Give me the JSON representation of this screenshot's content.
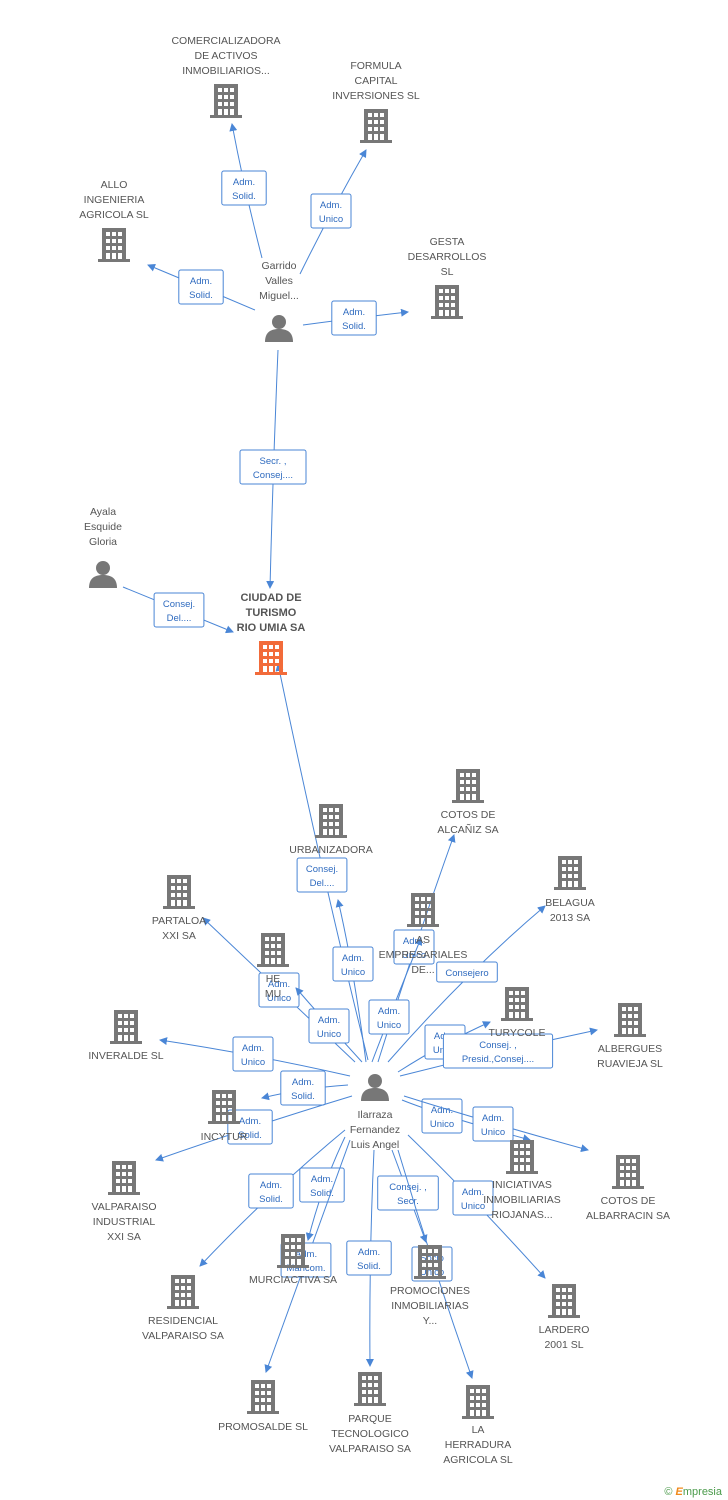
{
  "colors": {
    "edge": "#4a86d6",
    "node": "#777777",
    "main_node": "#f26b3a",
    "text": "#555555"
  },
  "nodes": [
    {
      "id": "ciudad",
      "label": [
        "CIUDAD DE",
        "TURISMO",
        "RIO UMIA SA"
      ],
      "type": "company",
      "main": true
    },
    {
      "id": "garrido",
      "label": [
        "Garrido",
        "Valles",
        "Miguel..."
      ],
      "type": "person"
    },
    {
      "id": "ayala",
      "label": [
        "Ayala",
        "Esquide",
        "Gloria"
      ],
      "type": "person"
    },
    {
      "id": "ilarraza",
      "label": [
        "Ilarraza",
        "Fernandez",
        "Luis Angel"
      ],
      "type": "person"
    },
    {
      "id": "comercializadora",
      "label": [
        "COMERCIALIZADORA",
        "DE ACTIVOS",
        "INMOBILIARIOS..."
      ],
      "type": "company"
    },
    {
      "id": "formula",
      "label": [
        "FORMULA",
        "CAPITAL",
        "INVERSIONES SL"
      ],
      "type": "company"
    },
    {
      "id": "allo",
      "label": [
        "ALLO",
        "INGENIERIA",
        "AGRICOLA SL"
      ],
      "type": "company"
    },
    {
      "id": "gesta",
      "label": [
        "GESTA",
        "DESARROLLOS",
        "SL"
      ],
      "type": "company"
    },
    {
      "id": "cotos_alcaniz",
      "label": [
        "COTOS DE",
        "ALCAÑIZ SA"
      ],
      "type": "company"
    },
    {
      "id": "urbanizadora",
      "label": [
        "URBANIZADORA"
      ],
      "type": "company"
    },
    {
      "id": "belagua",
      "label": [
        "BELAGUA",
        "2013 SA"
      ],
      "type": "company"
    },
    {
      "id": "partaloa",
      "label": [
        "PARTALOA",
        "XXI SA"
      ],
      "type": "company"
    },
    {
      "id": "empresas",
      "label": [
        "AS",
        "EMPRESARIALES",
        "DE..."
      ],
      "type": "company"
    },
    {
      "id": "he_mu",
      "label": [
        "HE",
        "MU"
      ],
      "type": "company"
    },
    {
      "id": "turycole",
      "label": [
        "TURYCOLE"
      ],
      "type": "company"
    },
    {
      "id": "albergues",
      "label": [
        "ALBERGUES",
        "RUAVIEJA SL"
      ],
      "type": "company"
    },
    {
      "id": "inveralde",
      "label": [
        "INVERALDE SL"
      ],
      "type": "company"
    },
    {
      "id": "incytur",
      "label": [
        "INCYTUR"
      ],
      "type": "company"
    },
    {
      "id": "iniciativas",
      "label": [
        "INICIATIVAS",
        "INMOBILIARIAS",
        "RIOJANAS..."
      ],
      "type": "company"
    },
    {
      "id": "cotos_albarracin",
      "label": [
        "COTOS DE",
        "ALBARRACIN SA"
      ],
      "type": "company"
    },
    {
      "id": "valparaiso_ind",
      "label": [
        "VALPARAISO",
        "INDUSTRIAL",
        "XXI SA"
      ],
      "type": "company"
    },
    {
      "id": "murciactiva",
      "label": [
        "MURCIACTIVA SA"
      ],
      "type": "company"
    },
    {
      "id": "promociones",
      "label": [
        "PROMOCIONES",
        "INMOBILIARIAS",
        "Y..."
      ],
      "type": "company"
    },
    {
      "id": "residencial",
      "label": [
        "RESIDENCIAL",
        "VALPARAISO SA"
      ],
      "type": "company"
    },
    {
      "id": "lardero",
      "label": [
        "LARDERO",
        "2001 SL"
      ],
      "type": "company"
    },
    {
      "id": "promosalde",
      "label": [
        "PROMOSALDE SL"
      ],
      "type": "company"
    },
    {
      "id": "parque",
      "label": [
        "PARQUE",
        "TECNOLOGICO",
        "VALPARAISO SA"
      ],
      "type": "company"
    },
    {
      "id": "herradura",
      "label": [
        "LA",
        "HERRADURA",
        "AGRICOLA SL"
      ],
      "type": "company"
    }
  ],
  "edges": [
    {
      "from": "garrido",
      "to": "comercializadora",
      "label": [
        "Adm.",
        "Solid."
      ]
    },
    {
      "from": "garrido",
      "to": "formula",
      "label": [
        "Adm.",
        "Unico"
      ]
    },
    {
      "from": "garrido",
      "to": "allo",
      "label": [
        "Adm.",
        "Solid."
      ]
    },
    {
      "from": "garrido",
      "to": "gesta",
      "label": [
        "Adm.",
        "Solid."
      ]
    },
    {
      "from": "garrido",
      "to": "ciudad",
      "label": [
        "Secr. ,",
        "Consej...."
      ]
    },
    {
      "from": "ayala",
      "to": "ciudad",
      "label": [
        "Consej.",
        "Del...."
      ]
    },
    {
      "from": "ilarraza",
      "to": "ciudad",
      "label": [
        "Consej.",
        "Del...."
      ]
    },
    {
      "from": "ilarraza",
      "to": "cotos_alcaniz",
      "label": [
        "Adm.",
        "Unico"
      ]
    },
    {
      "from": "ilarraza",
      "to": "belagua",
      "label": [
        "Consejero"
      ]
    },
    {
      "from": "ilarraza",
      "to": "partaloa",
      "label": [
        "Adm.",
        "Unico"
      ]
    },
    {
      "from": "ilarraza",
      "to": "empresas",
      "label": [
        "Adm.",
        "Unico"
      ]
    },
    {
      "from": "ilarraza",
      "to": "he_mu",
      "label": [
        "Adm.",
        "Unico"
      ]
    },
    {
      "from": "ilarraza",
      "to": "urbanizadora",
      "label": [
        "Adm.",
        "Unico"
      ]
    },
    {
      "from": "ilarraza",
      "to": "turycole",
      "label": [
        "Adm.",
        "Unico"
      ]
    },
    {
      "from": "ilarraza",
      "to": "albergues",
      "label": [
        "Consej. ,",
        "Presid.,Consej...."
      ]
    },
    {
      "from": "ilarraza",
      "to": "inveralde",
      "label": [
        "Adm.",
        "Unico"
      ]
    },
    {
      "from": "ilarraza",
      "to": "incytur",
      "label": [
        "Adm.",
        "Solid."
      ]
    },
    {
      "from": "ilarraza",
      "to": "valparaiso_ind",
      "label": [
        "Adm.",
        "Solid."
      ]
    },
    {
      "from": "ilarraza",
      "to": "iniciativas",
      "label": [
        "Adm.",
        "Unico"
      ]
    },
    {
      "from": "ilarraza",
      "to": "cotos_albarracin",
      "label": [
        "Adm.",
        "Unico"
      ]
    },
    {
      "from": "ilarraza",
      "to": "residencial",
      "label": [
        "Adm.",
        "Solid."
      ]
    },
    {
      "from": "ilarraza",
      "to": "murciactiva",
      "label": [
        "Adm.",
        "Solid."
      ]
    },
    {
      "from": "ilarraza",
      "to": "promosalde",
      "label": [
        "Adm.",
        "Mancom."
      ]
    },
    {
      "from": "ilarraza",
      "to": "parque",
      "label": [
        "Adm.",
        "Solid."
      ]
    },
    {
      "from": "ilarraza",
      "to": "promociones",
      "label": [
        "Consej. ,",
        "Secr."
      ]
    },
    {
      "from": "ilarraza",
      "to": "herradura",
      "label": [
        "Socio",
        "Único"
      ]
    },
    {
      "from": "ilarraza",
      "to": "lardero",
      "label": [
        "Adm.",
        "Unico"
      ]
    }
  ],
  "footer": {
    "copyright": "©",
    "brand_initial": "E",
    "brand_rest": "mpresia"
  }
}
